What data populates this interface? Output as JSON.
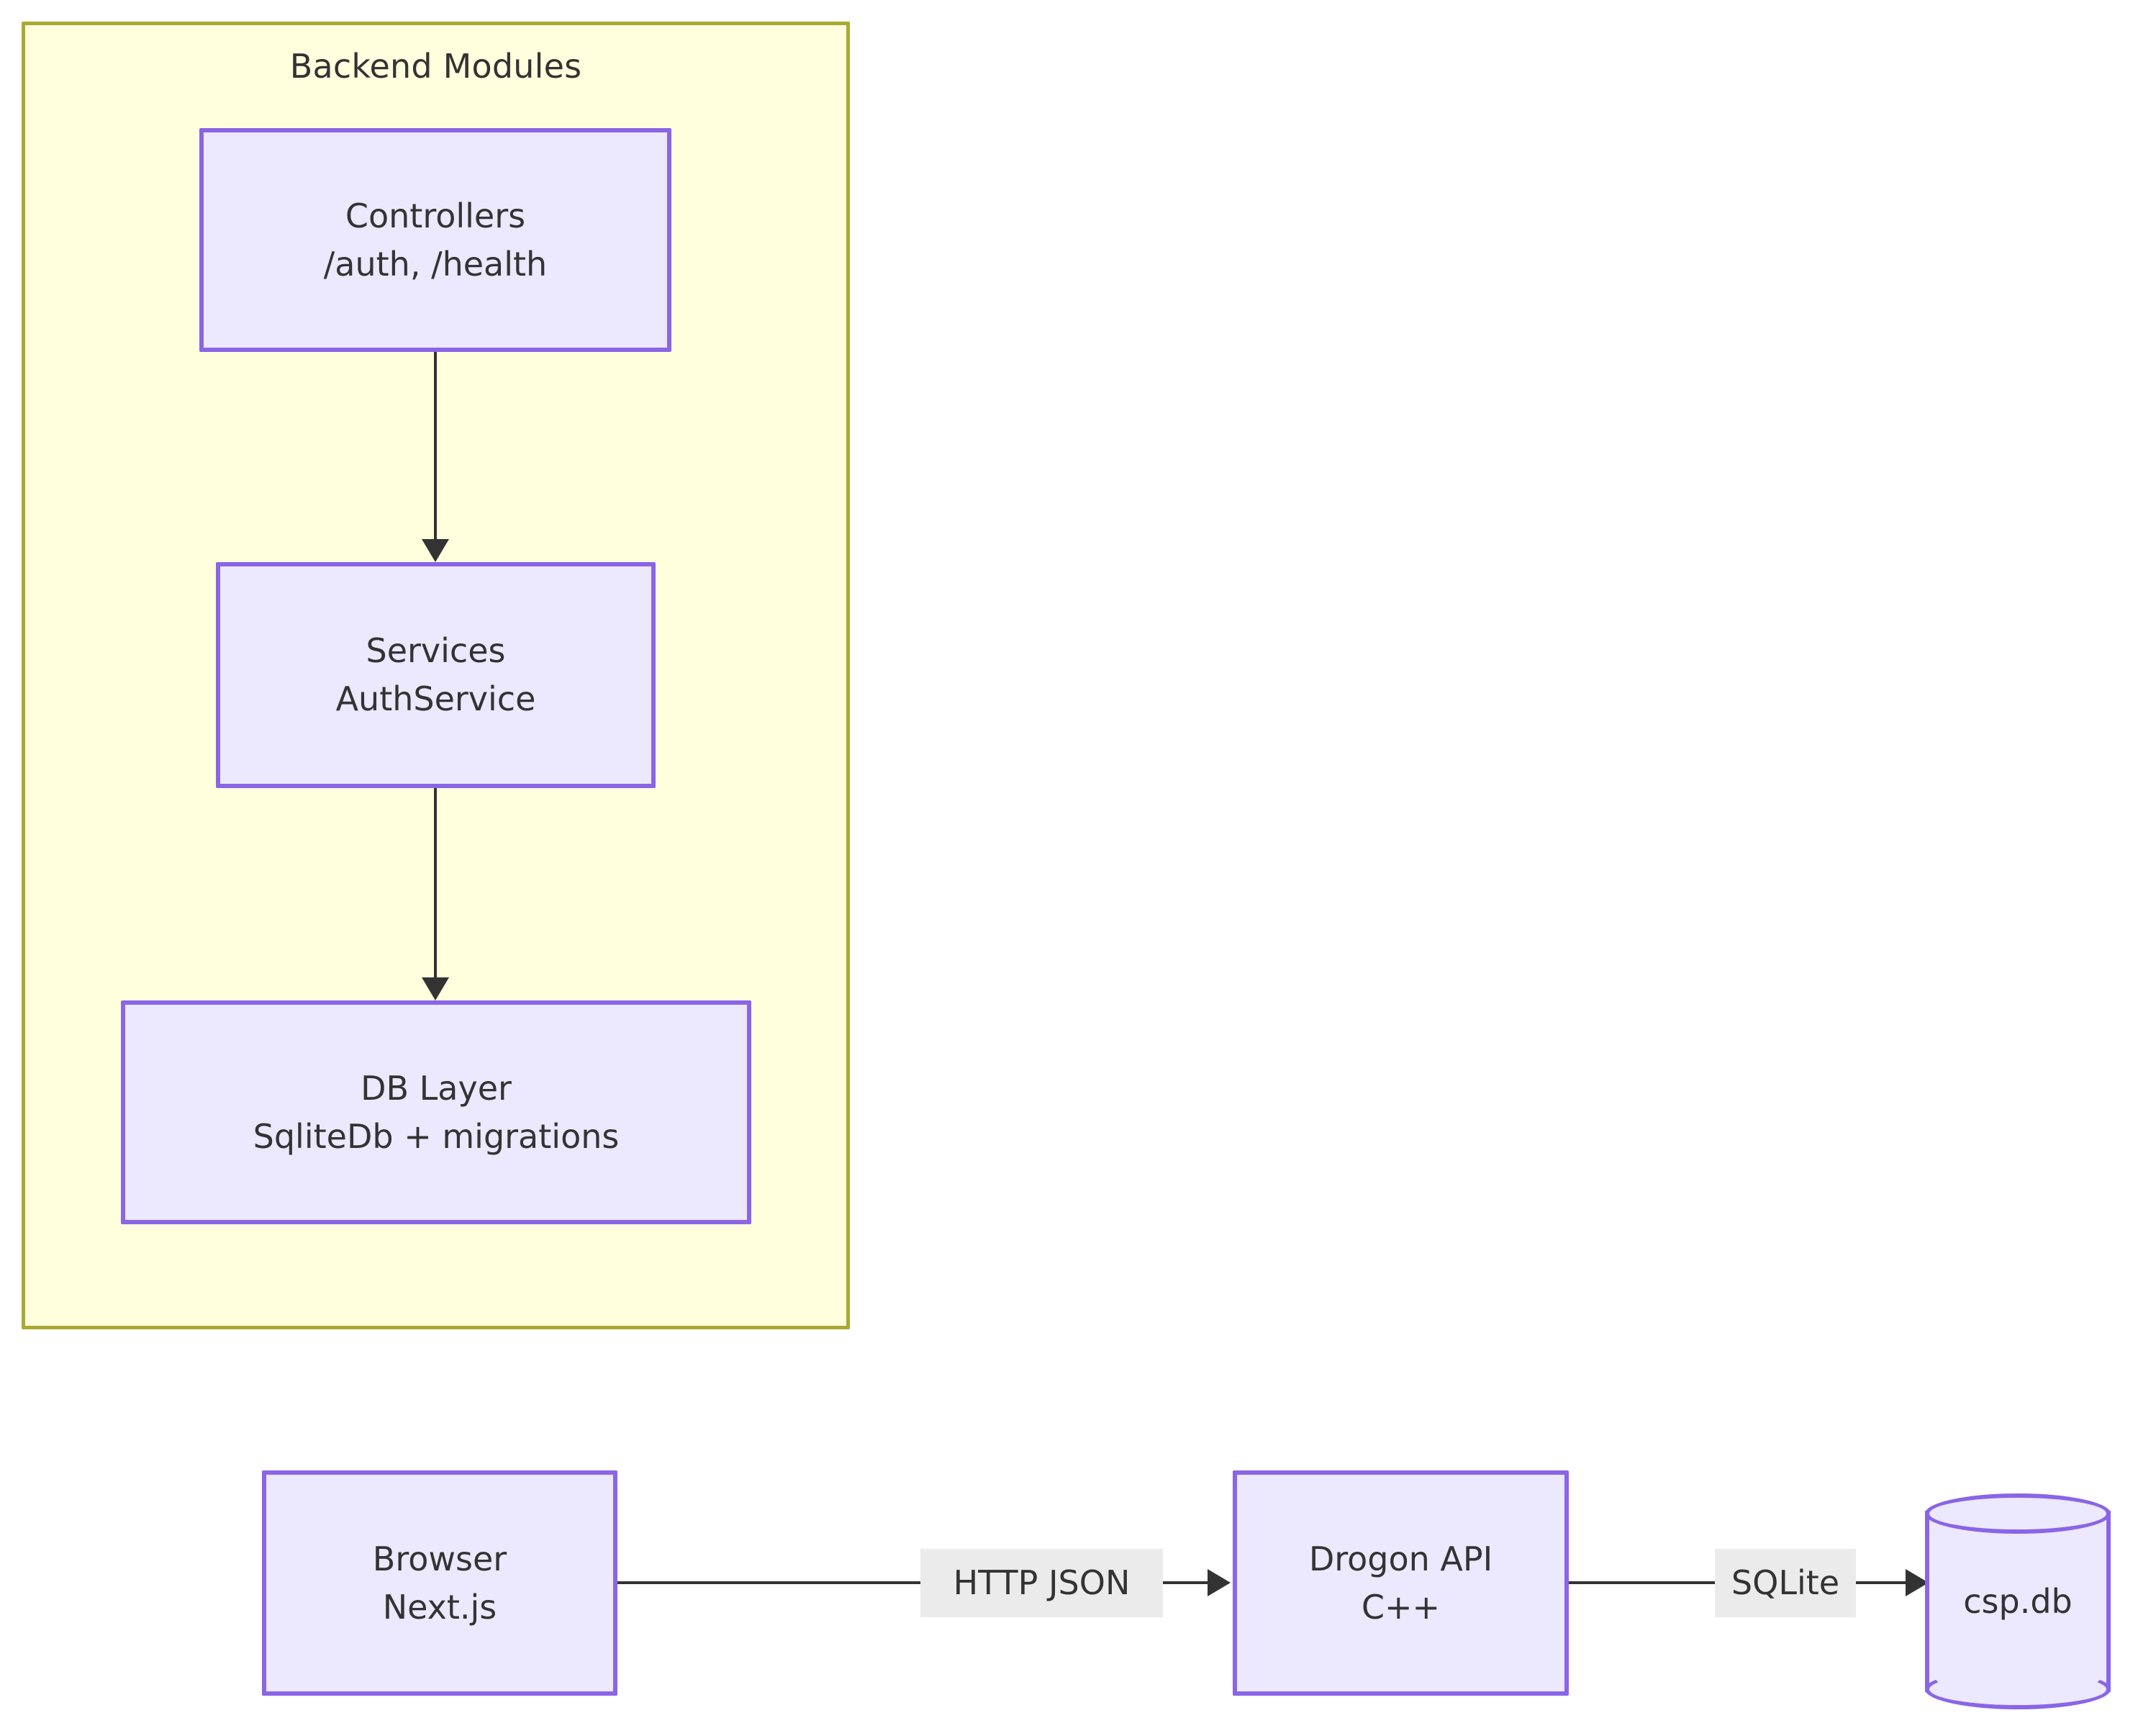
{
  "diagram": {
    "title_visible": false,
    "colors": {
      "cluster_fill": "#ffffde",
      "cluster_stroke": "#aaaa33",
      "node_fill": "#ece8fd",
      "node_stroke": "#8a65e6",
      "edge_stroke": "#333333",
      "label_bg": "#ebebeb",
      "text": "#333333",
      "canvas_bg": "#ffffff"
    }
  },
  "cluster": {
    "title": "Backend Modules"
  },
  "nodes": {
    "controllers": {
      "line1": "Controllers",
      "line2": "/auth, /health"
    },
    "services": {
      "line1": "Services",
      "line2": "AuthService"
    },
    "db_layer": {
      "line1": "DB Layer",
      "line2": "SqliteDb + migrations"
    },
    "browser": {
      "line1": "Browser",
      "line2": "Next.js"
    },
    "drogon_api": {
      "line1": "Drogon API",
      "line2": "C++"
    },
    "database": {
      "label": "csp.db",
      "shape": "cylinder"
    }
  },
  "edges": {
    "controllers_to_services": {
      "label": ""
    },
    "services_to_db_layer": {
      "label": ""
    },
    "browser_to_api": {
      "label": "HTTP JSON"
    },
    "api_to_db": {
      "label": "SQLite"
    }
  }
}
